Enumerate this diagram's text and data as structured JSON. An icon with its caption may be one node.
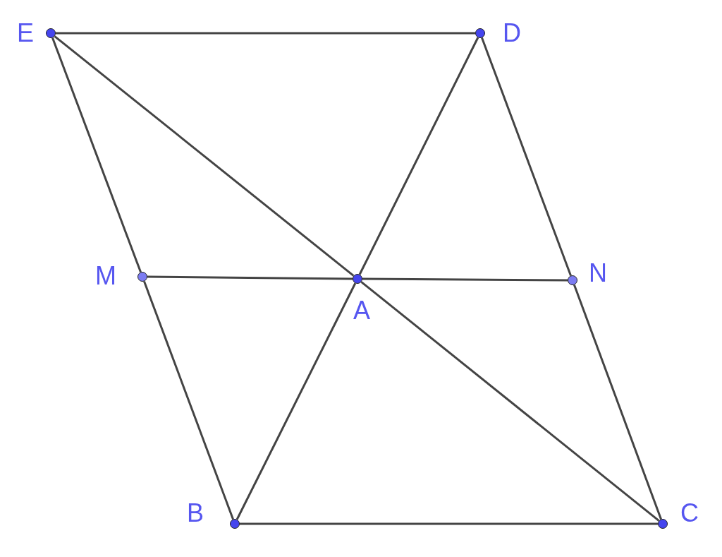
{
  "diagram": {
    "nodes": [
      {
        "text": [],
        "shape": "circle",
        "beside": [
          "E"
        ]
      },
      {
        "text": [],
        "shape": "circle",
        "beside": [
          "D"
        ]
      },
      {
        "text": [],
        "shape": "circle",
        "beside": [
          "M"
        ]
      },
      {
        "text": [],
        "shape": "circle",
        "beside": [
          "A"
        ]
      },
      {
        "text": [],
        "shape": "circle",
        "beside": [
          "N"
        ]
      },
      {
        "text": [],
        "shape": "circle",
        "beside": [
          "B"
        ]
      },
      {
        "text": [],
        "shape": "circle",
        "beside": [
          "C"
        ]
      }
    ],
    "edges": [
      {
        "from": 0,
        "to": 1,
        "arrow": "none"
      },
      {
        "from": 0,
        "to": 2,
        "arrow": "none"
      },
      {
        "from": 2,
        "to": 5,
        "arrow": "none"
      },
      {
        "from": 5,
        "to": 6,
        "arrow": "none"
      },
      {
        "from": 6,
        "to": 4,
        "arrow": "none"
      },
      {
        "from": 4,
        "to": 1,
        "arrow": "none"
      },
      {
        "from": 0,
        "to": 3,
        "arrow": "none"
      },
      {
        "from": 3,
        "to": 6,
        "arrow": "none"
      },
      {
        "from": 1,
        "to": 3,
        "arrow": "none"
      },
      {
        "from": 3,
        "to": 5,
        "arrow": "none"
      },
      {
        "from": 2,
        "to": 3,
        "arrow": "none"
      },
      {
        "from": 3,
        "to": 4,
        "arrow": "none"
      }
    ]
  }
}
